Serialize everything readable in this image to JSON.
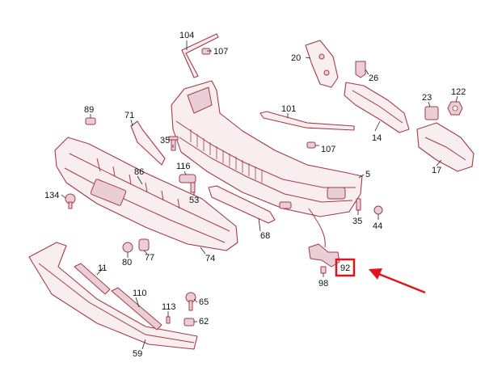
{
  "labels": {
    "l104": "104",
    "l107a": "107",
    "l20": "20",
    "l26": "26",
    "l89": "89",
    "l71": "71",
    "l101": "101",
    "l23": "23",
    "l122": "122",
    "l35a": "35",
    "l107b": "107",
    "l14": "14",
    "l17": "17",
    "l116": "116",
    "l86": "86",
    "l134": "134",
    "l53": "53",
    "l5": "5",
    "l35b": "35",
    "l44": "44",
    "l68": "68",
    "l74": "74",
    "l11": "11",
    "l80": "80",
    "l77": "77",
    "l92": "92",
    "l98": "98",
    "l110": "110",
    "l65": "65",
    "l113": "113",
    "l62": "62",
    "l59": "59"
  },
  "colors": {
    "line": "#a43a4c",
    "fill": "#f8eef0",
    "highlight": "#e0141e"
  }
}
